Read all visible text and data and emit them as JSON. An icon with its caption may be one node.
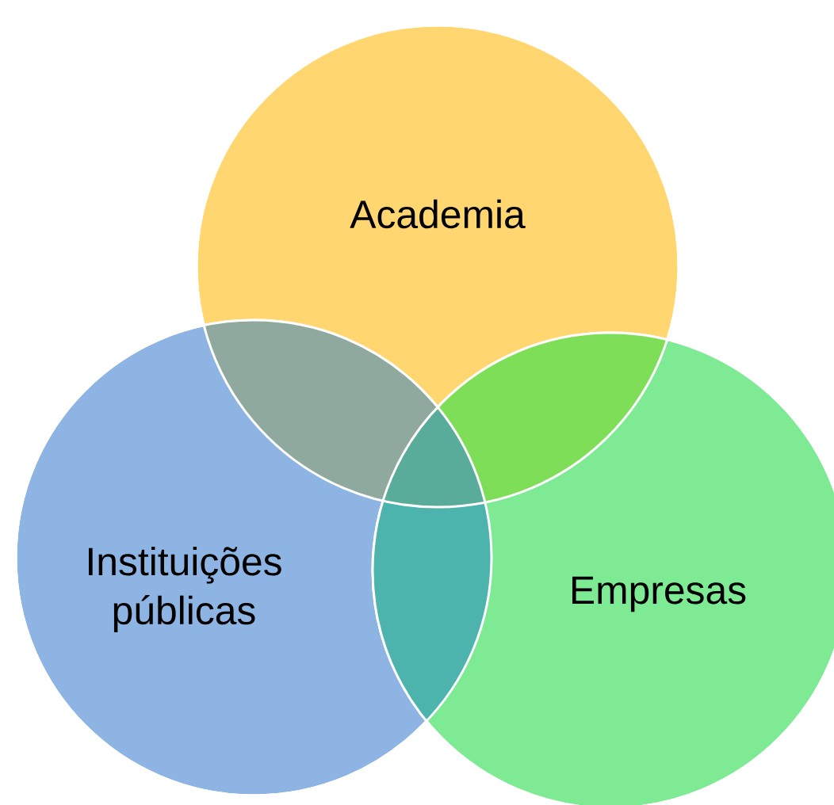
{
  "diagram": {
    "nodes": [
      {
        "text": [
          "Academia"
        ]
      },
      {
        "text": [
          "Instituições públicas"
        ]
      },
      {
        "text": [
          "Empresas"
        ]
      }
    ]
  }
}
